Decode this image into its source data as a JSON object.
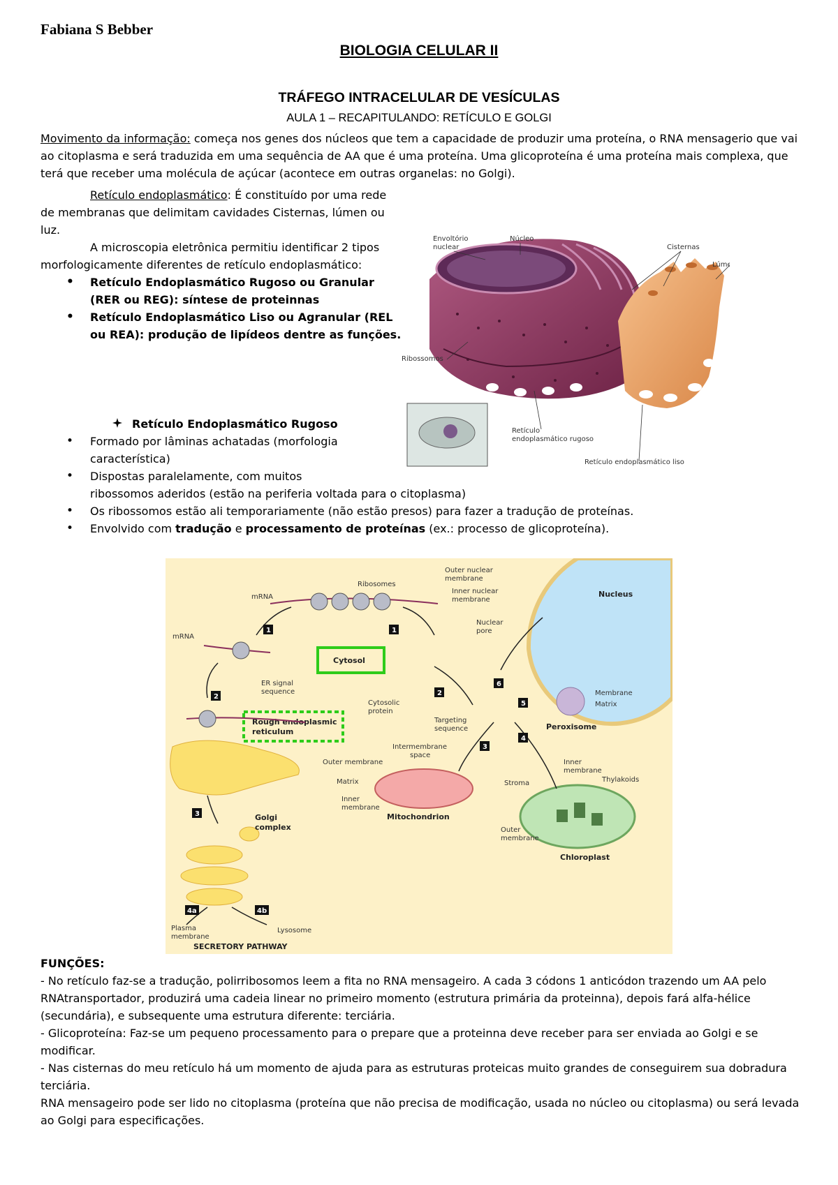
{
  "header": {
    "author": "Fabiana S Bebber",
    "title": "BIOLOGIA CELULAR II",
    "subtitle": "TRÁFEGO INTRACELULAR DE VESÍCULAS",
    "lesson": "AULA 1 – RECAPITULANDO: RETÍCULO E GOLGI"
  },
  "intro": {
    "label": "Movimento da informação:",
    "text": " começa nos genes dos núcleos que tem a capacidade de produzir uma proteína, o RNA mensagerio que vai ao citoplasma e será traduzida em uma sequência de AA que é uma proteína. Uma glicoproteína é uma proteína mais complexa, que terá que receber uma molécula de açúcar (acontece em outras organelas: no Golgi)."
  },
  "reticulum": {
    "label": "Retículo endoplasmático",
    "text": ": É constituído por uma rede de membranas que delimitam cavidades Cisternas, lúmen ou luz.",
    "microscopy": "A microscopia eletrônica permitiu identificar 2 tipos morfologicamente diferentes de retículo endoplasmático:",
    "types": [
      "Retículo Endoplasmático Rugoso ou Granular (RER ou REG): síntese de proteinnas",
      "Retículo Endoplasmático Liso ou Agranular (REL ou REA): produção de lipídeos dentre as funções."
    ]
  },
  "rer": {
    "heading": "Retículo Endoplasmático Rugoso",
    "items": [
      "Formado por lâminas achatadas (morfologia característica)",
      "Dispostas paralelamente, com muitos",
      "ribossomos aderidos (estão na periferia voltada para o citoplasma)",
      "Os ribossomos estão ali temporariamente (não estão presos) para fazer a tradução de proteínas."
    ],
    "last_item": {
      "pre": "Envolvido com ",
      "bold1": "tradução",
      "mid": " e ",
      "bold2": "processamento de proteínas",
      "post": " (ex.: processo de glicoproteína)."
    }
  },
  "figure1": {
    "labels": {
      "envelope": "Envoltório nuclear",
      "envelope_1": "Envoltório",
      "envelope_2": "nuclear",
      "nucleus": "Núcleo",
      "cisterns": "Cisternas",
      "lumen": "Lúmen",
      "ribosomes": "Ribossomos",
      "rer_1": "Retículo",
      "rer_2": "endoplasmático rugoso",
      "ser": "Retículo endoplasmático liso"
    }
  },
  "figure2": {
    "labels": {
      "outer_nm_1": "Outer nuclear",
      "outer_nm_2": "membrane",
      "inner_nm_1": "Inner nuclear",
      "inner_nm_2": "membrane",
      "nuclear_pore_1": "Nuclear",
      "nuclear_pore_2": "pore",
      "nucleus": "Nucleus",
      "ribosomes": "Ribosomes",
      "mrna_top": "mRNA",
      "mrna_left": "mRNA",
      "cytosol": "Cytosol",
      "er_signal_1": "ER signal",
      "er_signal_2": "sequence",
      "rough_er_1": "Rough endoplasmic",
      "rough_er_2": "reticulum",
      "cytosolic_1": "Cytosolic",
      "cytosolic_2": "protein",
      "targeting_1": "Targeting",
      "targeting_2": "sequence",
      "membrane": "Membrane",
      "matrix_perox": "Matrix",
      "peroxisome": "Peroxisome",
      "intermembrane_1": "Intermembrane",
      "intermembrane_2": "space",
      "outer_membrane": "Outer membrane",
      "matrix": "Matrix",
      "inner_membrane_1": "Inner",
      "inner_membrane_2": "membrane",
      "mitochondrion": "Mitochondrion",
      "chl_inner_1": "Inner",
      "chl_inner_2": "membrane",
      "thylakoids": "Thylakoids",
      "stroma": "Stroma",
      "chl_outer_1": "Outer",
      "chl_outer_2": "membrane",
      "chloroplast": "Chloroplast",
      "golgi_1": "Golgi",
      "golgi_2": "complex",
      "plasma_1": "Plasma",
      "plasma_2": "membrane",
      "lysosome": "Lysosome",
      "secretory": "SECRETORY PATHWAY",
      "step1a": "1",
      "step1b": "1",
      "step2a": "2",
      "step2b": "2",
      "step3a": "3",
      "step3b": "3",
      "step4": "4",
      "step4a": "4a",
      "step4b": "4b",
      "step5": "5",
      "step6": "6"
    }
  },
  "functions": {
    "title": "FUNÇÕES:",
    "lines": [
      "- No retículo faz-se a tradução, polirribosomos leem a fita no RNA mensageiro. A cada 3 códons 1 anticódon trazendo um AA pelo RNAtransportador, produzirá uma cadeia linear no primeiro momento (estrutura primária da proteinna), depois fará alfa-hélice (secundária), e subsequente uma estrutura diferente: terciária.",
      "- Glicoproteína: Faz-se um pequeno processamento para o prepare que a proteinna deve receber para ser enviada ao Golgi e se modificar.",
      "- Nas cisternas do meu retículo há um momento de ajuda para as estruturas proteicas muito grandes de conseguirem sua dobradura terciária.",
      "RNA mensageiro pode ser lido no citoplasma (proteína que não precisa de modificação, usada no núcleo ou citoplasma) ou será levada ao Golgi para especificações."
    ]
  },
  "colors": {
    "er_purple": "#8a2f5c",
    "ser_orange": "#e8a36a",
    "diagram_bg": "#fdf1c8",
    "cytosol_green": "#2ecc1a",
    "nucleus_blue": "#bfe3f7"
  }
}
